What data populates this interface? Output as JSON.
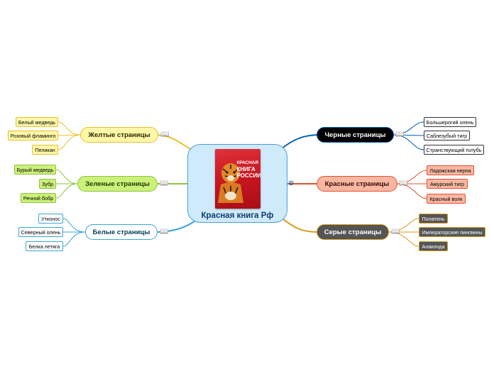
{
  "root": {
    "title": "Красная книга Рф",
    "book_title": [
      "КРАСНАЯ",
      "КНИГА",
      "РОССИИ"
    ]
  },
  "colors": {
    "yellow": "#e7c22e",
    "green": "#8cc63e",
    "blue": "#3aa6d4",
    "black": "#0060b8",
    "red": "#e8502e",
    "gray": "#d89a18"
  },
  "branches": {
    "yellow": {
      "label": "Желтые страницы",
      "items": [
        "Белый медведь",
        "Розовый фламинго",
        "Пеликан"
      ]
    },
    "green": {
      "label": "Зеленые страницы",
      "items": [
        "Бурый медведь",
        "Зубр",
        "Речной бобр"
      ]
    },
    "white": {
      "label": "Белые страницы",
      "items": [
        "Утконос",
        "Северный олень",
        "Белка летяга"
      ]
    },
    "black": {
      "label": "Черные страницы",
      "items": [
        "Большерогий олень",
        "Саблезубый тигр",
        "Странствующий голубь"
      ]
    },
    "red": {
      "label": "Красные страницы",
      "items": [
        "Ладожская нерпа",
        "Амурский тигр",
        "Красный волк"
      ]
    },
    "gray": {
      "label": "Серые страницы",
      "items": [
        "Полатень",
        "Императорские пингвины",
        "Анаконда"
      ]
    }
  }
}
